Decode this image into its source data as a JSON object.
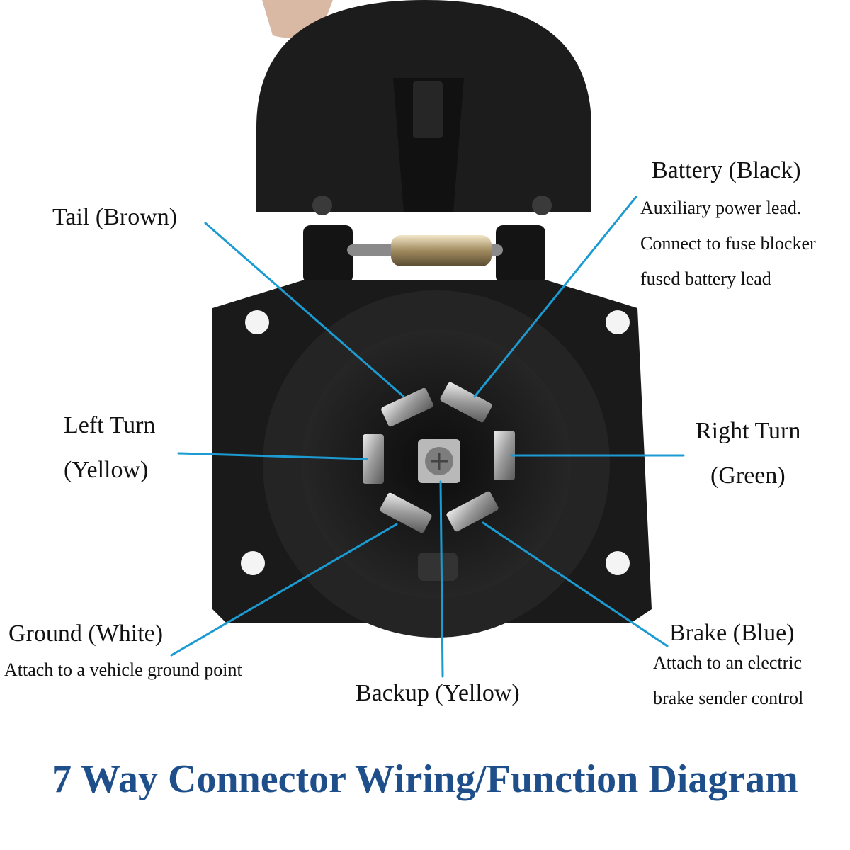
{
  "title": "7 Way Connector Wiring/Function Diagram",
  "colors": {
    "leader": "#1b9bd1",
    "title": "#1f4f8a",
    "housing": "#1a1a1a",
    "pin": "#c9c9c9"
  },
  "labels": {
    "tail": "Tail (Brown)",
    "battery": "Battery (Black)",
    "battery_desc": [
      "Auxiliary power lead.",
      "Connect to fuse blocker",
      "fused battery lead"
    ],
    "left_turn": [
      "Left Turn",
      "(Yellow)"
    ],
    "right_turn": [
      "Right Turn",
      "(Green)"
    ],
    "ground": "Ground (White)",
    "ground_desc": "Attach to a vehicle ground point",
    "backup": "Backup (Yellow)",
    "brake": "Brake (Blue)",
    "brake_desc": [
      "Attach to an electric",
      "brake sender control"
    ]
  }
}
